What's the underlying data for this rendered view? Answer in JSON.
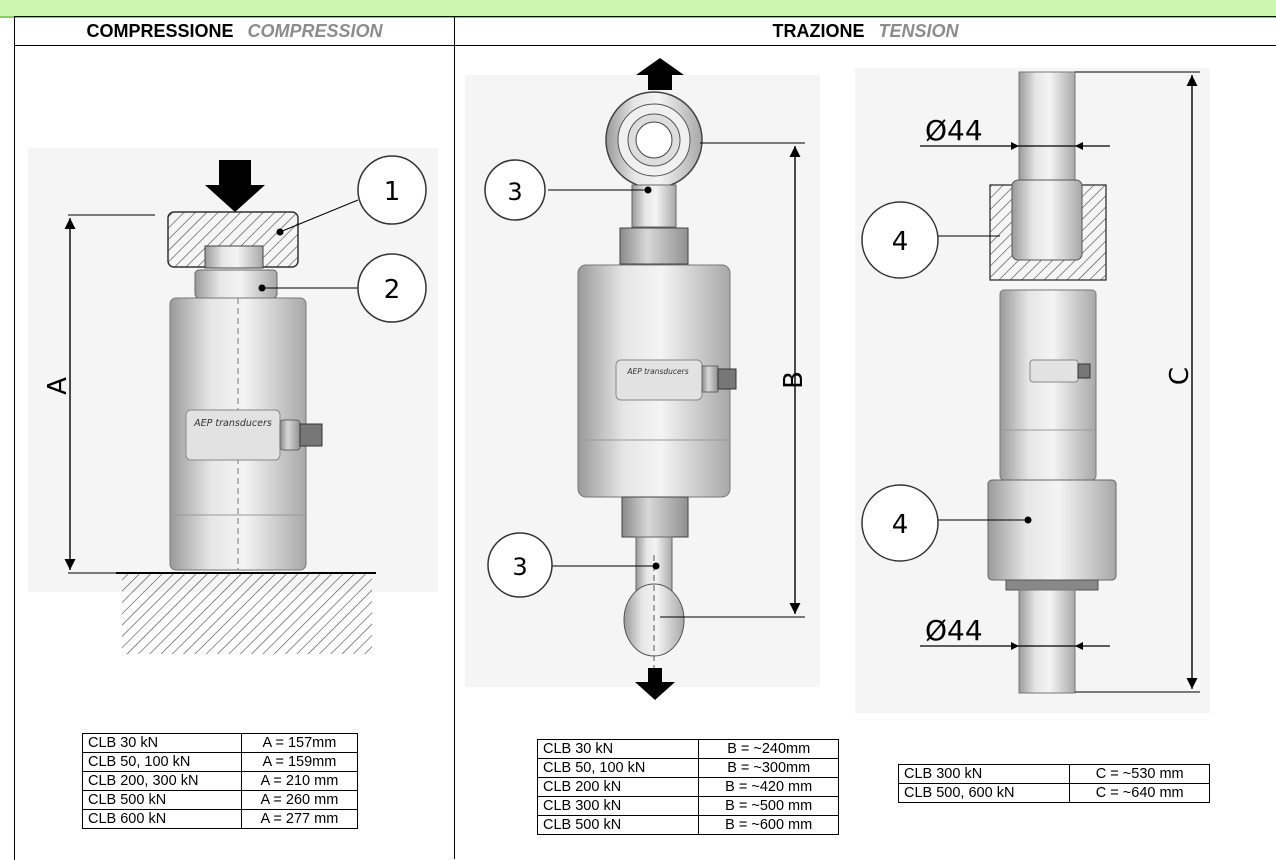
{
  "header": {
    "compression_it": "COMPRESSIONE",
    "compression_en": "COMPRESSION",
    "tension_it": "TRAZIONE",
    "tension_en": "TENSION"
  },
  "drawing": {
    "callouts": [
      "1",
      "2",
      "3",
      "3",
      "4",
      "4"
    ],
    "dims": {
      "a": "A",
      "b": "B",
      "c": "C",
      "dia_top": "Ø44",
      "dia_bottom": "Ø44"
    },
    "brand": "AEP transducers"
  },
  "table_a": [
    [
      "CLB 30 kN",
      "A = 157mm"
    ],
    [
      "CLB 50, 100 kN",
      "A = 159mm"
    ],
    [
      "CLB 200, 300 kN",
      "A = 210 mm"
    ],
    [
      "CLB 500 kN",
      "A = 260 mm"
    ],
    [
      "CLB 600 kN",
      "A = 277 mm"
    ]
  ],
  "table_b": [
    [
      "CLB 30 kN",
      "B = ~240mm"
    ],
    [
      "CLB 50, 100 kN",
      "B = ~300mm"
    ],
    [
      "CLB 200 kN",
      "B = ~420 mm"
    ],
    [
      "CLB 300 kN",
      "B = ~500 mm"
    ],
    [
      "CLB 500 kN",
      "B = ~600 mm"
    ]
  ],
  "table_c": [
    [
      "CLB 300 kN",
      "C = ~530 mm"
    ],
    [
      "CLB 500, 600 kN",
      "C = ~640 mm"
    ]
  ]
}
